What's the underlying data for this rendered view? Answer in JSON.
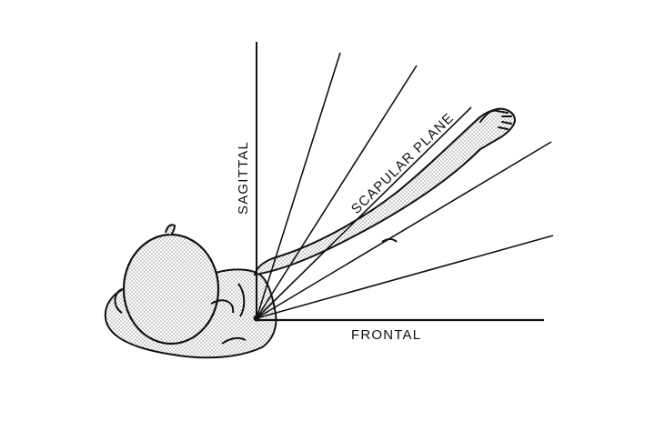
{
  "labels": {
    "sagittal": "SAGITTAL",
    "scapular_plane": "SCAPULAR PLANE",
    "frontal": "FRONTAL"
  },
  "colors": {
    "ink": "#111111",
    "shading_dot": "#8a8a8a",
    "background": "#ffffff"
  }
}
